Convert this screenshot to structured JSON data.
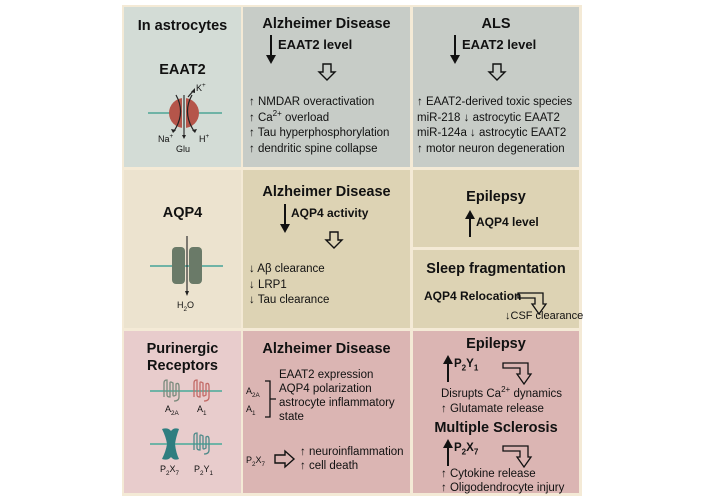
{
  "colors": {
    "membrane": "#6fb3a6",
    "eaat2_protein": "#b5554a",
    "aqp4_protein": "#6a7a68",
    "a2a_receptor": "#7a8a7c",
    "a1_receptor": "#c26a66",
    "p2x7_receptor": "#2f7e80",
    "p2y1_receptor": "#4f8a8a"
  },
  "row1": {
    "left": {
      "title": "In astrocytes",
      "subtitle": "EAAT2",
      "ions": {
        "k": "K",
        "k_sup": "+",
        "na": "Na",
        "na_sup": "+",
        "h": "H",
        "h_sup": "+",
        "glu": "Glu"
      }
    },
    "middle": {
      "title": "Alzheimer Disease",
      "change_label": "EAAT2 level",
      "change_direction": "down",
      "effects": [
        {
          "pre": "↑ NMDAR overactivation"
        },
        {
          "pre": "↑ Ca",
          "sup": "2+",
          "post": " overload"
        },
        {
          "pre": "↑ Tau hyperphosphorylation"
        },
        {
          "pre": "↑ dendritic spine collapse"
        }
      ]
    },
    "right": {
      "title": "ALS",
      "change_label": "EAAT2 level",
      "change_direction": "down",
      "effects": [
        "↑ EAAT2-derived toxic species",
        "miR-218 ↓ astrocytic EAAT2",
        "miR-124a ↓ astrocytic EAAT2",
        "↑ motor neuron degeneration"
      ]
    }
  },
  "row2": {
    "left": {
      "title": "AQP4",
      "water": {
        "h": "H",
        "sub": "2",
        "o": "O"
      }
    },
    "middle": {
      "title": "Alzheimer Disease",
      "change_label": "AQP4 activity",
      "change_direction": "down",
      "effects": [
        "↓ Aβ clearance",
        "↓ LRP1",
        "↓ Tau clearance"
      ]
    },
    "right_top": {
      "title": "Epilepsy",
      "change_label": "AQP4 level",
      "change_direction": "up"
    },
    "right_bottom": {
      "title": "Sleep fragmentation",
      "cause": "AQP4 Relocation",
      "effect": "↓CSF clearance"
    }
  },
  "row3": {
    "left": {
      "title_line1": "Purinergic",
      "title_line2": "Receptors",
      "receptors": [
        {
          "base": "A",
          "sub": "2A"
        },
        {
          "base": "A",
          "sub": "1"
        },
        {
          "base1": "P",
          "sub1": "2",
          "base2": "X",
          "sub2": "7"
        },
        {
          "base1": "P",
          "sub1": "2",
          "base2": "Y",
          "sub2": "1"
        }
      ]
    },
    "middle": {
      "title": "Alzheimer Disease",
      "bracket_labels": [
        {
          "base": "A",
          "sub": "2A"
        },
        {
          "base": "A",
          "sub": "1"
        }
      ],
      "bracket_effects": [
        "EAAT2 expression",
        "AQP4 polarization",
        "astrocyte inflammatory",
        "state"
      ],
      "p2x7_label": {
        "base1": "P",
        "sub1": "2",
        "base2": "X",
        "sub2": "7"
      },
      "p2x7_effects": [
        "↑ neuroinflammation",
        "↑ cell death"
      ]
    },
    "right": {
      "epilepsy": {
        "title": "Epilepsy",
        "change_direction": "up",
        "receptor": {
          "base1": "P",
          "sub1": "2",
          "base2": "Y",
          "sub2": "1"
        },
        "effect1": {
          "pre": "Disrupts Ca",
          "sup": "2+",
          "post": " dynamics"
        },
        "effect2": "↑ Glutamate release"
      },
      "ms": {
        "title": "Multiple Sclerosis",
        "change_direction": "up",
        "receptor": {
          "base1": "P",
          "sub1": "2",
          "base2": "X",
          "sub2": "7"
        },
        "effects": [
          "↑ Cytokine release",
          "↑ Oligodendrocyte injury"
        ]
      }
    }
  }
}
